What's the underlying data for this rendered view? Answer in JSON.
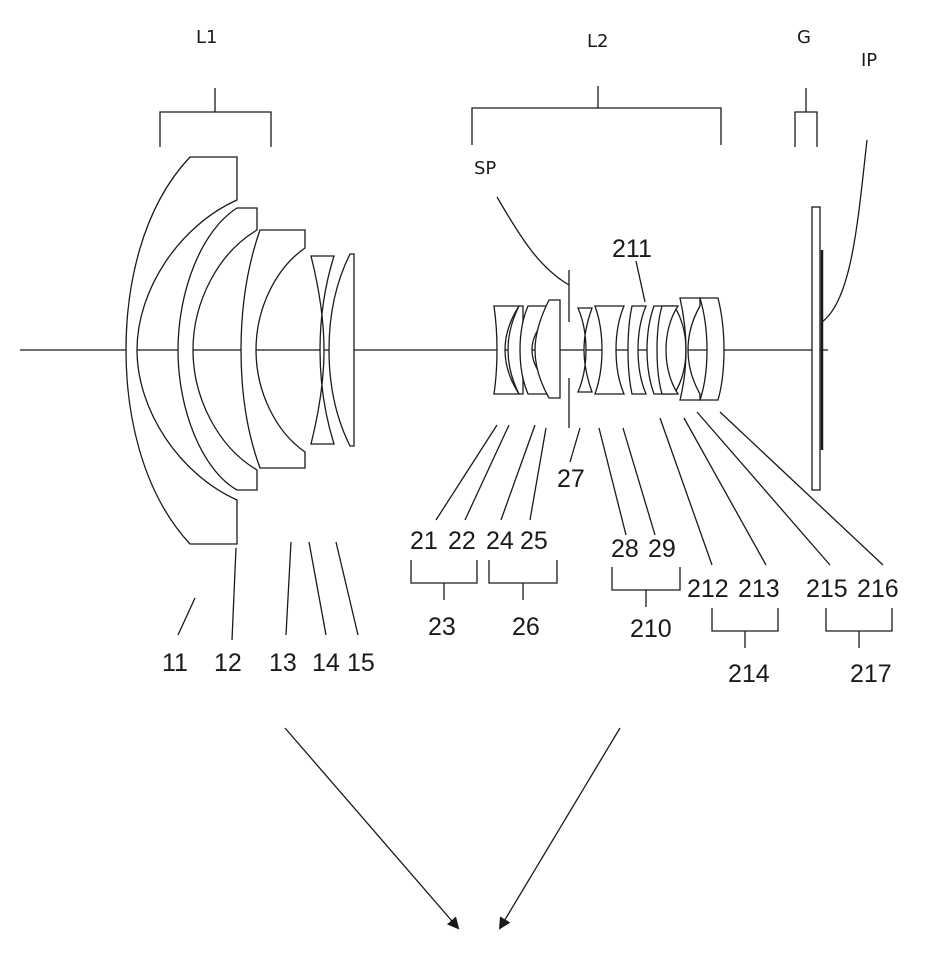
{
  "groups": {
    "l1": "L1",
    "l2": "L2",
    "g": "G",
    "ip": "IP",
    "sp": "SP"
  },
  "refs": {
    "n11": "11",
    "n12": "12",
    "n13": "13",
    "n14": "14",
    "n15": "15",
    "n21": "21",
    "n22": "22",
    "n23": "23",
    "n24": "24",
    "n25": "25",
    "n26": "26",
    "n27": "27",
    "n28": "28",
    "n29": "29",
    "n210": "210",
    "n211": "211",
    "n212": "212",
    "n213": "213",
    "n214": "214",
    "n215": "215",
    "n216": "216",
    "n217": "217"
  },
  "colors": {
    "ink": "#1a1a1a",
    "background": "#ffffff"
  }
}
